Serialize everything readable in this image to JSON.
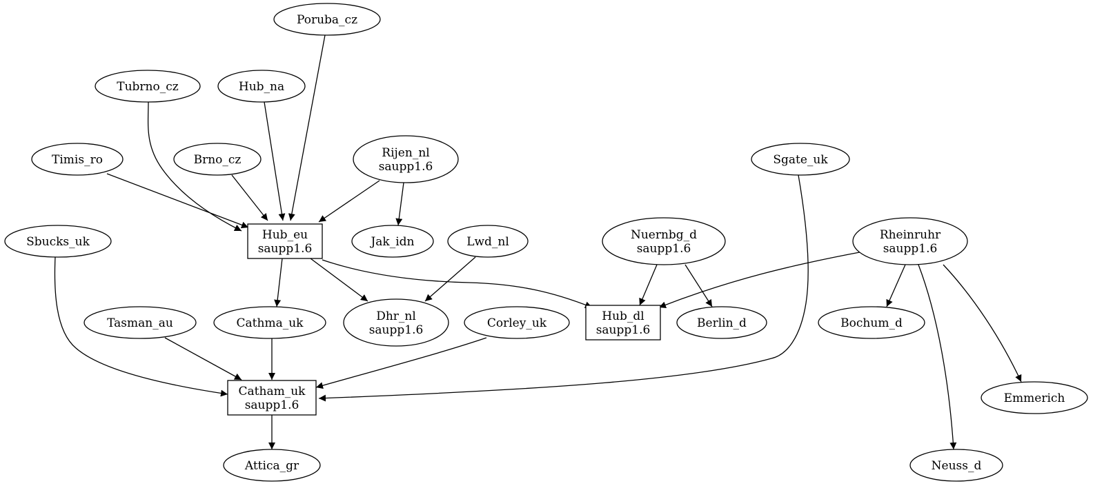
{
  "diagram": {
    "nodes": [
      {
        "id": "poruba",
        "lines": [
          "Poruba_cz"
        ],
        "shape": "ellipse"
      },
      {
        "id": "tubrno",
        "lines": [
          "Tubrno_cz"
        ],
        "shape": "ellipse"
      },
      {
        "id": "hub_na",
        "lines": [
          "Hub_na"
        ],
        "shape": "ellipse"
      },
      {
        "id": "timis",
        "lines": [
          "Timis_ro"
        ],
        "shape": "ellipse"
      },
      {
        "id": "brno",
        "lines": [
          "Brno_cz"
        ],
        "shape": "ellipse"
      },
      {
        "id": "rijen",
        "lines": [
          "Rijen_nl",
          "saupp1.6"
        ],
        "shape": "ellipse"
      },
      {
        "id": "sgate",
        "lines": [
          "Sgate_uk"
        ],
        "shape": "ellipse"
      },
      {
        "id": "sbucks",
        "lines": [
          "Sbucks_uk"
        ],
        "shape": "ellipse"
      },
      {
        "id": "hub_eu",
        "lines": [
          "Hub_eu",
          "saupp1.6"
        ],
        "shape": "box"
      },
      {
        "id": "jak",
        "lines": [
          "Jak_idn"
        ],
        "shape": "ellipse"
      },
      {
        "id": "lwd",
        "lines": [
          "Lwd_nl"
        ],
        "shape": "ellipse"
      },
      {
        "id": "nuernbg",
        "lines": [
          "Nuernbg_d",
          "saupp1.6"
        ],
        "shape": "ellipse"
      },
      {
        "id": "rheinruhr",
        "lines": [
          "Rheinruhr",
          "saupp1.6"
        ],
        "shape": "ellipse"
      },
      {
        "id": "tasman",
        "lines": [
          "Tasman_au"
        ],
        "shape": "ellipse"
      },
      {
        "id": "cathma",
        "lines": [
          "Cathma_uk"
        ],
        "shape": "ellipse"
      },
      {
        "id": "dhr",
        "lines": [
          "Dhr_nl",
          "saupp1.6"
        ],
        "shape": "ellipse"
      },
      {
        "id": "corley",
        "lines": [
          "Corley_uk"
        ],
        "shape": "ellipse"
      },
      {
        "id": "hub_dl",
        "lines": [
          "Hub_dl",
          "saupp1.6"
        ],
        "shape": "box"
      },
      {
        "id": "berlin",
        "lines": [
          "Berlin_d"
        ],
        "shape": "ellipse"
      },
      {
        "id": "bochum",
        "lines": [
          "Bochum_d"
        ],
        "shape": "ellipse"
      },
      {
        "id": "catham",
        "lines": [
          "Catham_uk",
          "saupp1.6"
        ],
        "shape": "box"
      },
      {
        "id": "emmerich",
        "lines": [
          "Emmerich"
        ],
        "shape": "ellipse"
      },
      {
        "id": "attica",
        "lines": [
          "Attica_gr"
        ],
        "shape": "ellipse"
      },
      {
        "id": "neuss",
        "lines": [
          "Neuss_d"
        ],
        "shape": "ellipse"
      }
    ],
    "edges": [
      {
        "from": "poruba",
        "to": "hub_eu"
      },
      {
        "from": "tubrno",
        "to": "hub_eu"
      },
      {
        "from": "hub_na",
        "to": "hub_eu"
      },
      {
        "from": "timis",
        "to": "hub_eu"
      },
      {
        "from": "brno",
        "to": "hub_eu"
      },
      {
        "from": "rijen",
        "to": "hub_eu"
      },
      {
        "from": "rijen",
        "to": "jak"
      },
      {
        "from": "hub_eu",
        "to": "cathma"
      },
      {
        "from": "hub_eu",
        "to": "dhr"
      },
      {
        "from": "hub_eu",
        "to": "hub_dl"
      },
      {
        "from": "lwd",
        "to": "dhr"
      },
      {
        "from": "nuernbg",
        "to": "hub_dl"
      },
      {
        "from": "nuernbg",
        "to": "berlin"
      },
      {
        "from": "rheinruhr",
        "to": "hub_dl"
      },
      {
        "from": "rheinruhr",
        "to": "bochum"
      },
      {
        "from": "rheinruhr",
        "to": "neuss"
      },
      {
        "from": "rheinruhr",
        "to": "emmerich"
      },
      {
        "from": "sbucks",
        "to": "catham"
      },
      {
        "from": "tasman",
        "to": "catham"
      },
      {
        "from": "cathma",
        "to": "catham"
      },
      {
        "from": "corley",
        "to": "catham"
      },
      {
        "from": "sgate",
        "to": "catham"
      },
      {
        "from": "catham",
        "to": "attica"
      }
    ]
  }
}
